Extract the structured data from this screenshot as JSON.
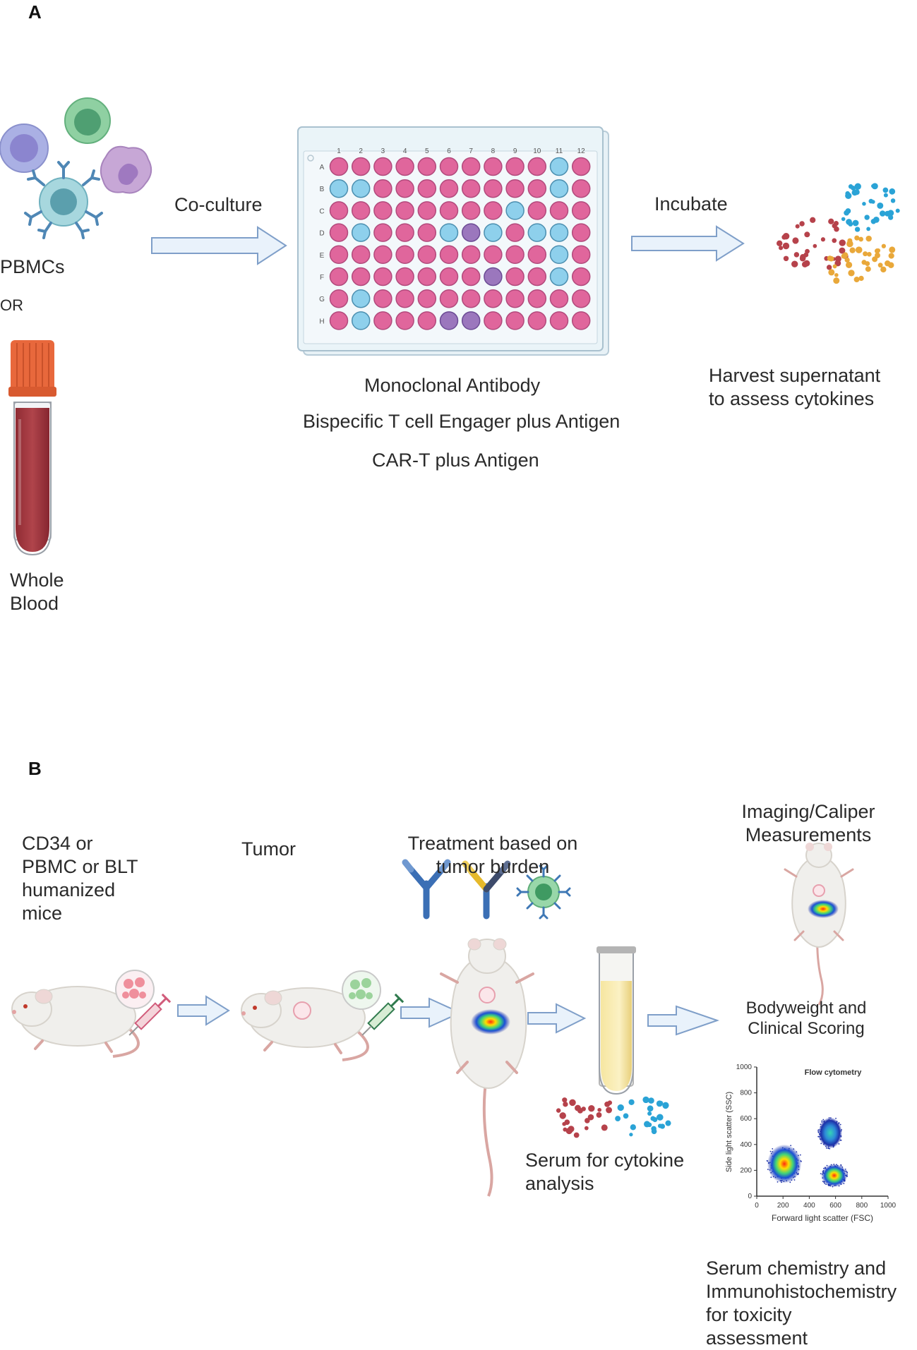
{
  "panels": {
    "a": {
      "letter": "A",
      "pbmcs": "PBMCs",
      "or": "OR",
      "whole_blood": "Whole\nBlood",
      "coculture": "Co-culture",
      "incubate": "Incubate",
      "plate": {
        "columns": [
          "1",
          "2",
          "3",
          "4",
          "5",
          "6",
          "7",
          "8",
          "9",
          "10",
          "11",
          "12"
        ],
        "rows": [
          "A",
          "B",
          "C",
          "D",
          "E",
          "F",
          "G",
          "H"
        ],
        "well_map": [
          "ppppppppppbp",
          "bbppppppppbp",
          "ppppppppbppp",
          "pbpppbvbpbbp",
          "ppppppppppbp",
          "pppppppvppbp",
          "pbpppppppppp",
          "pbpppvvppppp"
        ]
      },
      "treatments": [
        "Monoclonal Antibody",
        "Bispecific T cell Engager plus Antigen",
        "CAR-T plus Antigen"
      ],
      "harvest": "Harvest supernatant\nto assess cytokines"
    },
    "b": {
      "letter": "B",
      "mice": "CD34 or\nPBMC or BLT\nhumanized\nmice",
      "tumor": "Tumor",
      "treatment": "Treatment based on\ntumor burden",
      "imaging": "Imaging/Caliper\nMeasurements",
      "bodyweight": "Bodyweight and\nClinical Scoring",
      "serum": "Serum for cytokine\nanalysis",
      "chemistry": "Serum chemistry and\nImmunohistochemistry\nfor toxicity\nassessment",
      "flow": {
        "title": "Flow cytometry",
        "xlabel": "Forward light scatter (FSC)",
        "ylabel": "Side light scatter (SSC)",
        "x_ticks": [
          "0",
          "200",
          "400",
          "600",
          "800",
          "1000"
        ],
        "y_ticks": [
          "0",
          "200",
          "400",
          "600",
          "800",
          "1000"
        ]
      }
    }
  },
  "colors": {
    "well_pink": "#e0669c",
    "well_blue": "#8ed0ec",
    "well_purple": "#9b77bd",
    "arrow_fill": "#e9f2fb",
    "arrow_stroke": "#7f9fc9",
    "blood": "#a33b42",
    "cap": "#e8683c"
  },
  "chart_data": {
    "type": "scatter",
    "title": "Flow cytometry",
    "xlabel": "Forward light scatter (FSC)",
    "ylabel": "Side light scatter (SSC)",
    "xlim": [
      0,
      1000
    ],
    "ylim": [
      0,
      1000
    ],
    "x_ticks": [
      0,
      200,
      400,
      600,
      800,
      1000
    ],
    "y_ticks": [
      0,
      200,
      400,
      600,
      800,
      1000
    ],
    "series": [
      {
        "center": [
          210,
          250
        ],
        "spread": [
          130,
          150
        ]
      },
      {
        "center": [
          560,
          490
        ],
        "spread": [
          90,
          120
        ]
      },
      {
        "center": [
          590,
          160
        ],
        "spread": [
          100,
          90
        ]
      }
    ]
  }
}
